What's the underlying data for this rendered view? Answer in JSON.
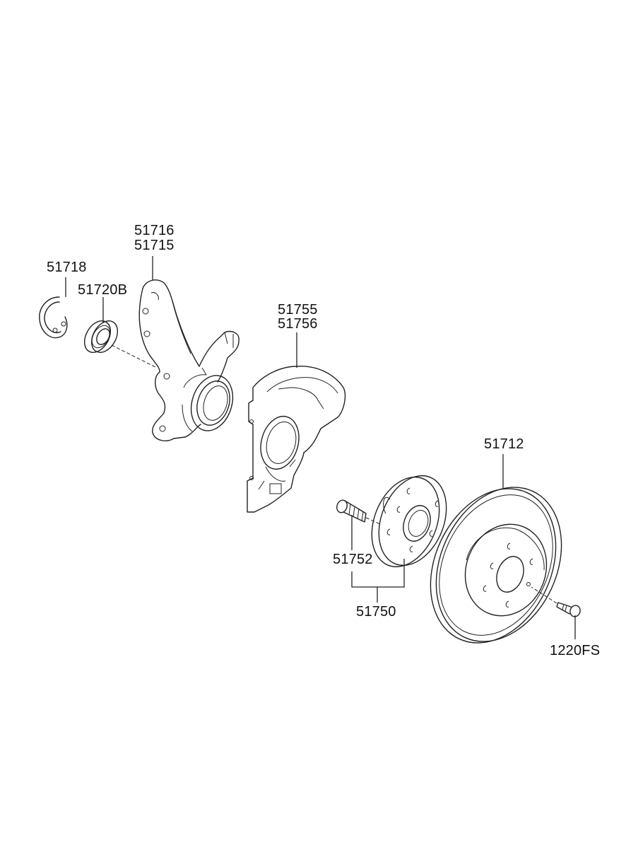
{
  "labels": {
    "knuckle_rh": "51716",
    "knuckle_lh": "51715",
    "snap_ring": "51718",
    "bearing": "51720B",
    "dust_cover_a": "51755",
    "dust_cover_b": "51756",
    "disc": "51712",
    "hub_bolt": "51752",
    "hub_assy": "51750",
    "screw": "1220FS"
  },
  "line_color": "#222222",
  "background": "#ffffff"
}
